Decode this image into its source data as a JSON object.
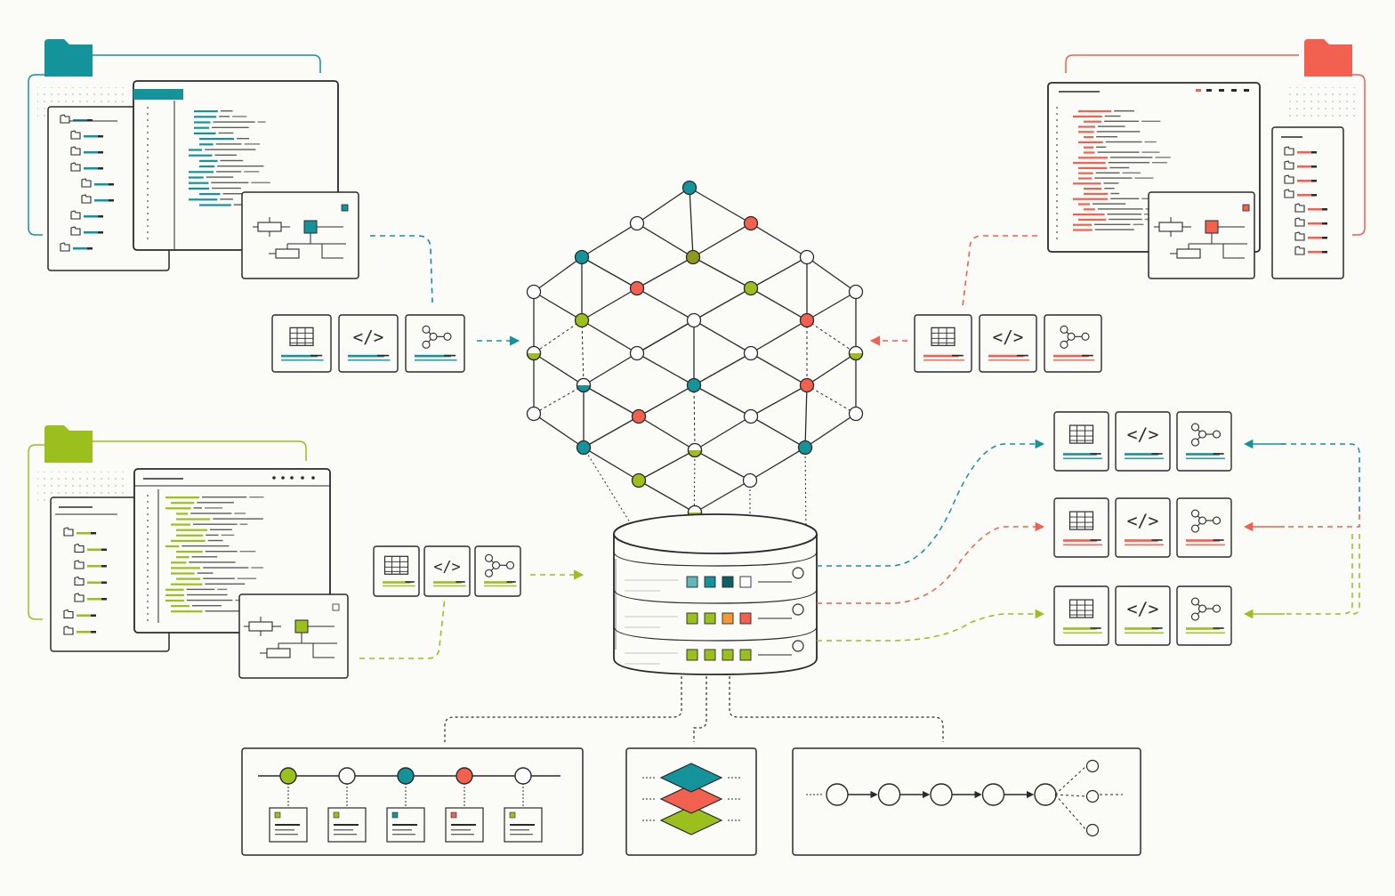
{
  "colors": {
    "teal": "#14939a",
    "coral": "#f2604f",
    "lime": "#9bbf1d",
    "orange": "#f29a3a",
    "ink": "#2a2a2a",
    "paper": "#fbfbf8"
  },
  "sources": [
    {
      "id": "teal",
      "color": "teal",
      "corner": "top-left",
      "icon": "folder-icon"
    },
    {
      "id": "coral",
      "color": "coral",
      "corner": "top-right",
      "icon": "folder-icon"
    },
    {
      "id": "lime",
      "color": "lime",
      "corner": "bottom-left",
      "icon": "folder-icon"
    }
  ],
  "artifact_icons": [
    "table-icon",
    "code-icon",
    "graph-icon"
  ],
  "code_glyph": "</>",
  "graph": {
    "node_colors": {
      "top": "teal",
      "r1a": "white",
      "r1b": "coral",
      "r2a": "teal",
      "r2b": "olive",
      "r2c": "white",
      "r3a": "white",
      "r3b": "coral",
      "r3c": "lime",
      "r3d": "white",
      "r4a": "lime",
      "r4b": "white",
      "r4c": "coral",
      "r5a": "half-lime",
      "r5b": "white",
      "r5c": "white",
      "r5d": "half-lime",
      "r6a": "half-teal",
      "r6b": "teal",
      "r6c": "coral",
      "r7a": "white",
      "r7b": "coral",
      "r7c": "white",
      "r7d": "white",
      "r8a": "teal",
      "r8b": "half-lime",
      "r8c": "teal",
      "r9a": "lime",
      "r9b": "white",
      "bottom": "half-lime"
    }
  },
  "database": {
    "rows": [
      {
        "color": "teal",
        "cells": [
          "teal-light",
          "teal",
          "teal-dark",
          "white"
        ]
      },
      {
        "color": "coral",
        "cells": [
          "lime",
          "lime",
          "orange",
          "coral"
        ]
      },
      {
        "color": "lime",
        "cells": [
          "lime",
          "lime",
          "lime",
          "lime"
        ]
      }
    ]
  },
  "outputs": [
    {
      "type": "timeline",
      "nodes": [
        "lime",
        "white",
        "teal",
        "coral",
        "white"
      ]
    },
    {
      "type": "layer-stack",
      "layers": [
        "teal",
        "coral",
        "lime"
      ]
    },
    {
      "type": "pipeline",
      "stages": 5,
      "branches": 3
    }
  ]
}
